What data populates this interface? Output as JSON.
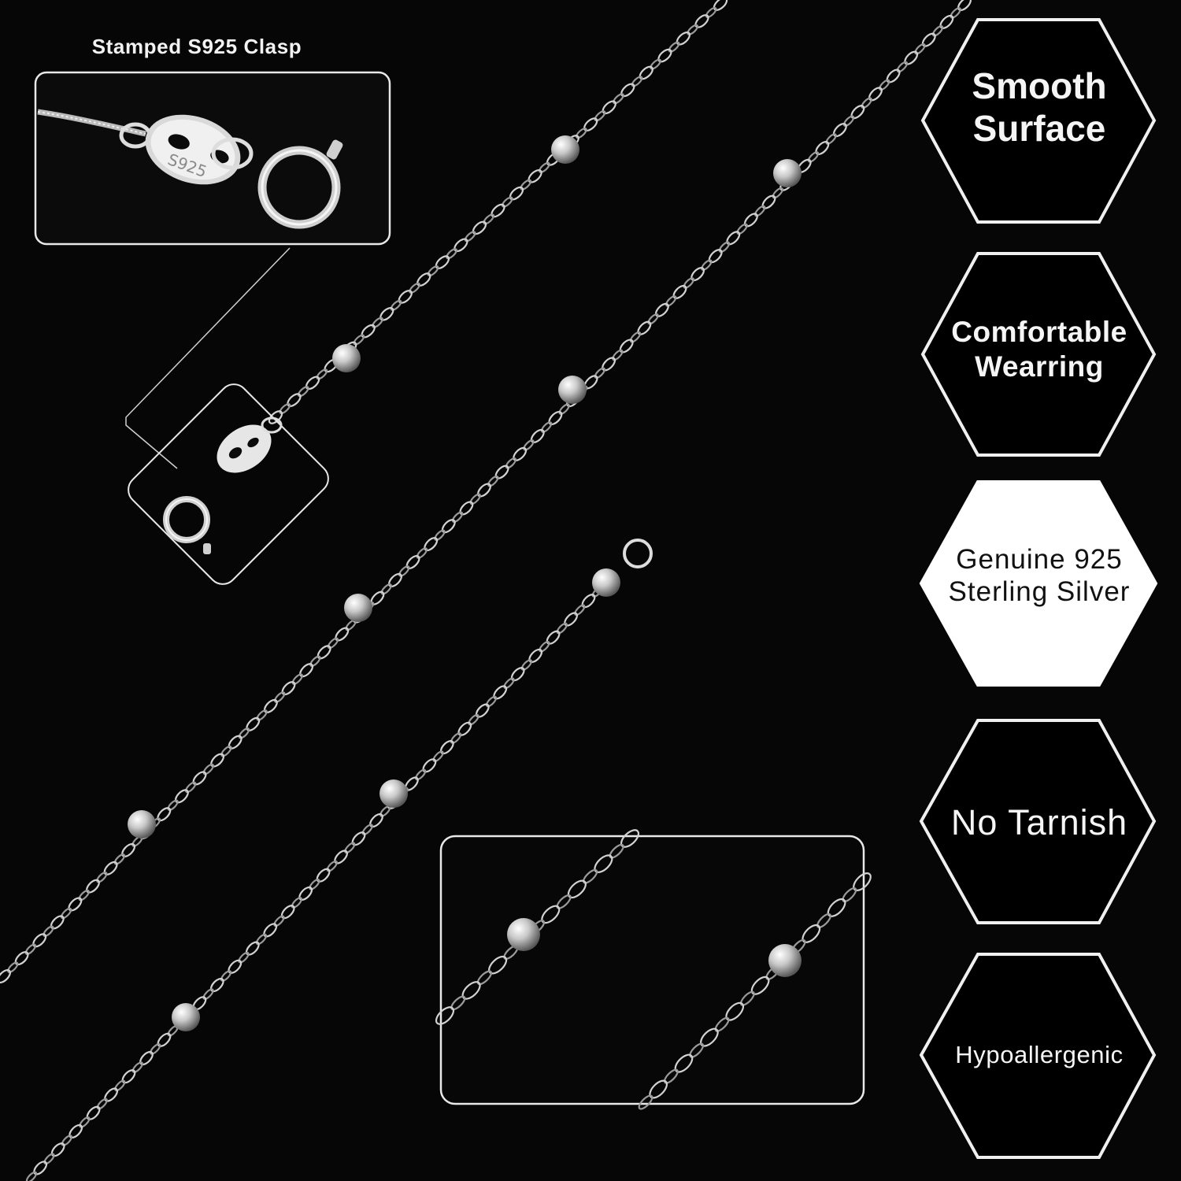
{
  "clasp_callout": {
    "title": "Stamped S925 Clasp",
    "stamp": "S925"
  },
  "features": [
    {
      "label": "Smooth\nSurface",
      "style": "dark"
    },
    {
      "label": "Comfortable\nWearring",
      "style": "dark"
    },
    {
      "label": "Genuine 925\nSterling Silver",
      "style": "light"
    },
    {
      "label": "No Tarnish",
      "style": "dark"
    },
    {
      "label": "Hypoallergenic",
      "style": "dark"
    }
  ],
  "colors": {
    "background": "#060606",
    "silver": "#c9c9c9",
    "outline": "#f2f2f2",
    "highlight_fill": "#ffffff"
  }
}
